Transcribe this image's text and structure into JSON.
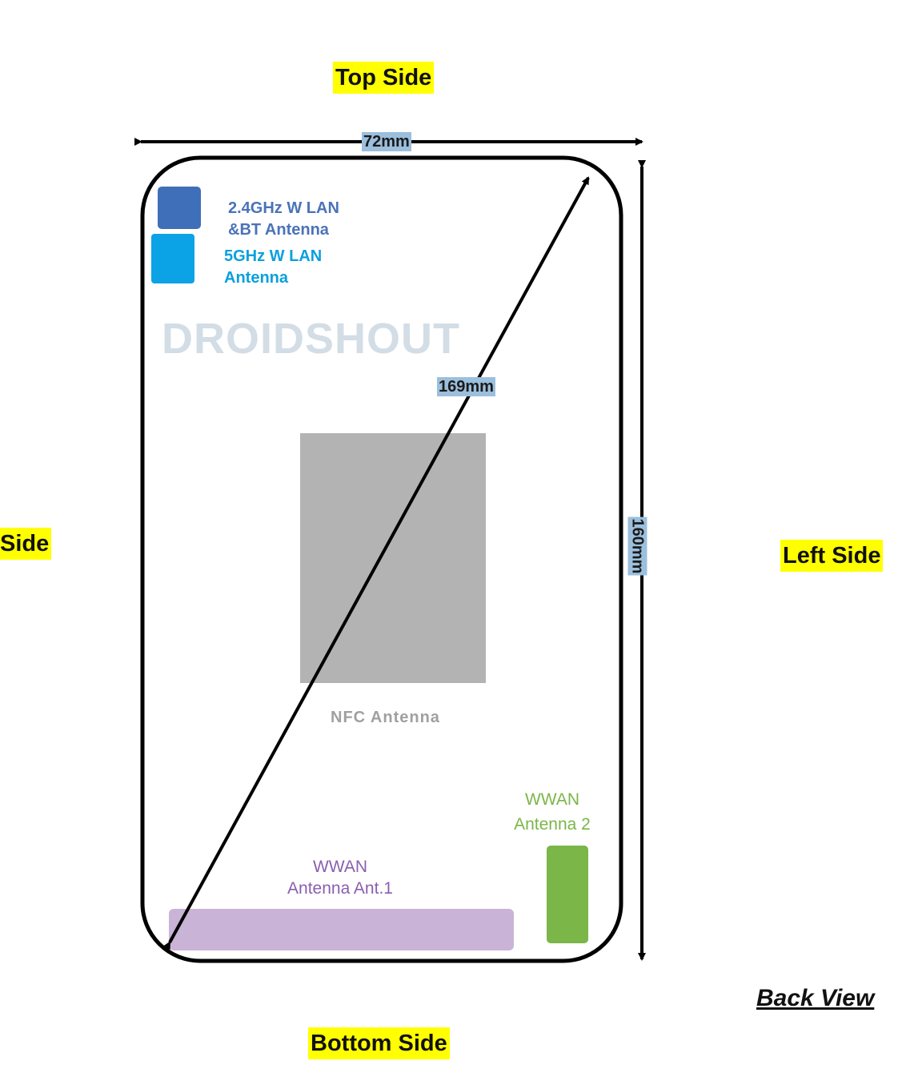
{
  "sides": {
    "top": "Top Side",
    "right_of_image": "Side",
    "left": "Left Side",
    "bottom": "Bottom Side"
  },
  "view_label": "Back View",
  "dimensions": {
    "width": "72mm",
    "diagonal": "169mm",
    "height": "160mm"
  },
  "watermark": "DROIDSHOUT",
  "antennas": {
    "wlan24": {
      "line1": "2.4GHz W LAN",
      "line2": "&BT Antenna",
      "color": "#3f6fb8"
    },
    "wlan5": {
      "line1": "5GHz W LAN",
      "line2": "Antenna",
      "color": "#0ba3e6"
    },
    "nfc": {
      "label": "NFC Antenna",
      "color": "#b3b3b3"
    },
    "wwan1": {
      "line1": "WWAN",
      "line2": "Antenna Ant.1",
      "color": "#c9b3d6"
    },
    "wwan2": {
      "line1": "WWAN",
      "line2": "Antenna 2",
      "color": "#7ab648"
    }
  }
}
